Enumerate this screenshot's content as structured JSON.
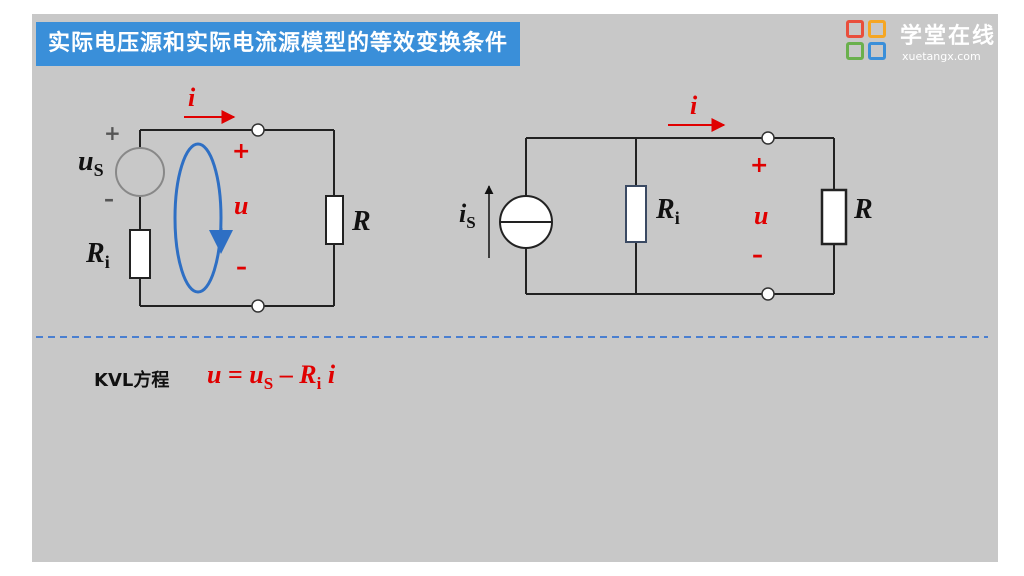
{
  "title": "实际电压源和实际电流源模型的等效变换条件",
  "logo": {
    "cn": "学堂在线",
    "en": "xuetangx.com"
  },
  "left_circuit": {
    "current": "i",
    "source_plus": "+",
    "source_minus": "–",
    "source_var": "u",
    "source_sub": "S",
    "res_var": "R",
    "res_sub": "i",
    "loop_var": "u",
    "term_plus": "+",
    "term_minus": "–",
    "load": "R"
  },
  "right_circuit": {
    "current": "i",
    "source_var": "i",
    "source_sub": "S",
    "res_var": "R",
    "res_sub": "i",
    "term_plus": "+",
    "term_minus": "–",
    "term_var": "u",
    "load": "R"
  },
  "kvl_label": "KVL方程",
  "equation": {
    "lhs": "u",
    "eq": " = ",
    "us": "u",
    "us_sub": "S",
    "minus": " – ",
    "r": "R",
    "r_sub": "i",
    "i": " i"
  },
  "colors": {
    "red": "#e00000",
    "blue": "#2e6fc4",
    "title_bg": "#3a8fd9",
    "dash": "#4a7fd0"
  }
}
